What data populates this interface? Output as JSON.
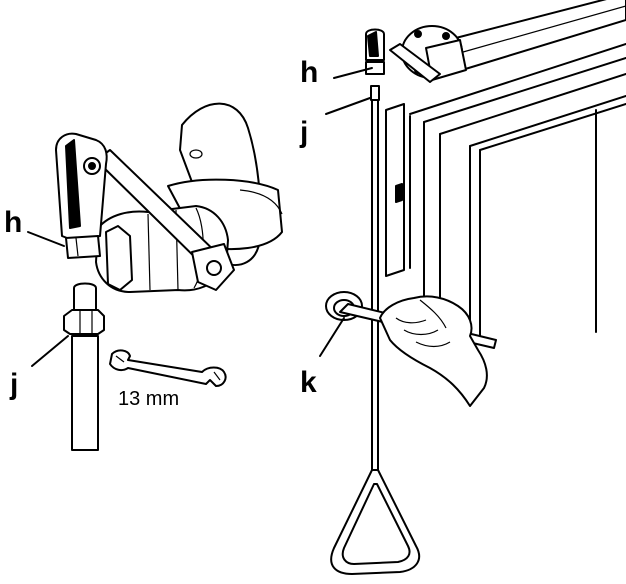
{
  "labels": {
    "left_h": "h",
    "left_j": "j",
    "right_h": "h",
    "right_j": "j",
    "right_k": "k"
  },
  "wrench_caption": "13 mm"
}
